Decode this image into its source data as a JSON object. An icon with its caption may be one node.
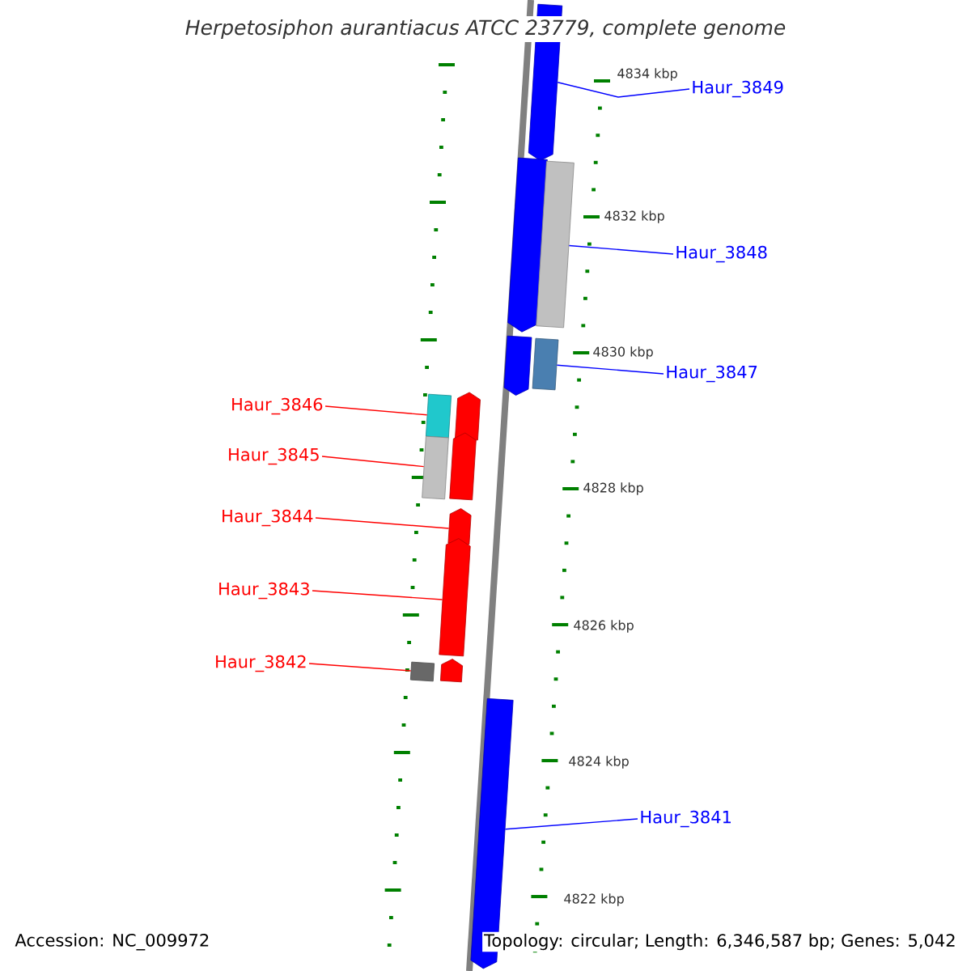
{
  "diagram": {
    "title": "Herpetosiphon aurantiacus ATCC 23779, complete genome",
    "nodes": [
      {
        "text": [
          "Haur_3849"
        ]
      },
      {
        "text": [],
        "shape": "arrow"
      },
      {
        "text": [
          "Haur_3848"
        ]
      },
      {
        "text": [],
        "shape": "arrow"
      },
      {
        "text": [],
        "shape": "bar"
      },
      {
        "text": [
          "Haur_3847"
        ]
      },
      {
        "text": [],
        "shape": "arrow"
      },
      {
        "text": [],
        "shape": "bar"
      },
      {
        "text": [
          "Haur_3846"
        ]
      },
      {
        "text": [],
        "shape": "bar"
      },
      {
        "text": [],
        "shape": "arrow"
      },
      {
        "text": [
          "Haur_3845"
        ]
      },
      {
        "text": [],
        "shape": "bar"
      },
      {
        "text": [],
        "shape": "arrow"
      },
      {
        "text": [
          "Haur_3844"
        ]
      },
      {
        "text": [],
        "shape": "arrow"
      },
      {
        "text": [
          "Haur_3843"
        ]
      },
      {
        "text": [],
        "shape": "arrow"
      },
      {
        "text": [
          "Haur_3842"
        ]
      },
      {
        "text": [],
        "shape": "bar"
      },
      {
        "text": [],
        "shape": "arrow"
      },
      {
        "text": [
          "Haur_3841"
        ]
      },
      {
        "text": [],
        "shape": "arrow"
      }
    ],
    "edges": [
      {
        "from": 0,
        "to": 1,
        "arrow": "none",
        "color": "#0000ff"
      },
      {
        "from": 2,
        "to": 4,
        "arrow": "none",
        "color": "#0000ff"
      },
      {
        "from": 5,
        "to": 7,
        "arrow": "none",
        "color": "#0000ff"
      },
      {
        "from": 8,
        "to": 9,
        "arrow": "none"
      },
      {
        "from": 11,
        "to": 12,
        "arrow": "none"
      },
      {
        "from": 14,
        "to": 15,
        "arrow": "none"
      },
      {
        "from": 16,
        "to": 17,
        "arrow": "none"
      },
      {
        "from": 18,
        "to": 19,
        "arrow": "none"
      },
      {
        "from": 21,
        "to": 22,
        "arrow": "none",
        "color": "#0000ff"
      }
    ],
    "labels": [
      "4834 kbp",
      "4832 kbp",
      "4830 kbp",
      "4828 kbp",
      "4826 kbp",
      "4824 kbp",
      "4822 kbp",
      "Accession: NC_009972",
      "Topology: circular; Length: 6,346,587 bp; Genes: 5,042"
    ]
  }
}
